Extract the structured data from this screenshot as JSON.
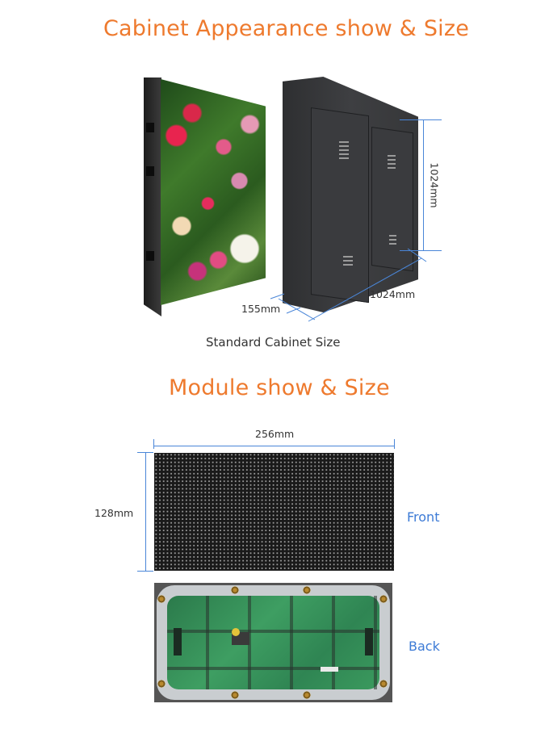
{
  "sections": {
    "cabinet": {
      "title": "Cabinet Appearance show & Size",
      "caption": "Standard Cabinet Size",
      "dimensions": {
        "height": "1024mm",
        "width": "1024mm",
        "depth": "155mm"
      }
    },
    "module": {
      "title": "Module show & Size",
      "dimensions": {
        "width": "256mm",
        "height": "128mm"
      },
      "labels": {
        "front": "Front",
        "back": "Back"
      }
    }
  },
  "colors": {
    "title": "#ee7a2e",
    "dimension_line": "#4a86d8",
    "side_label": "#3d7bd6",
    "caption": "#333333"
  }
}
